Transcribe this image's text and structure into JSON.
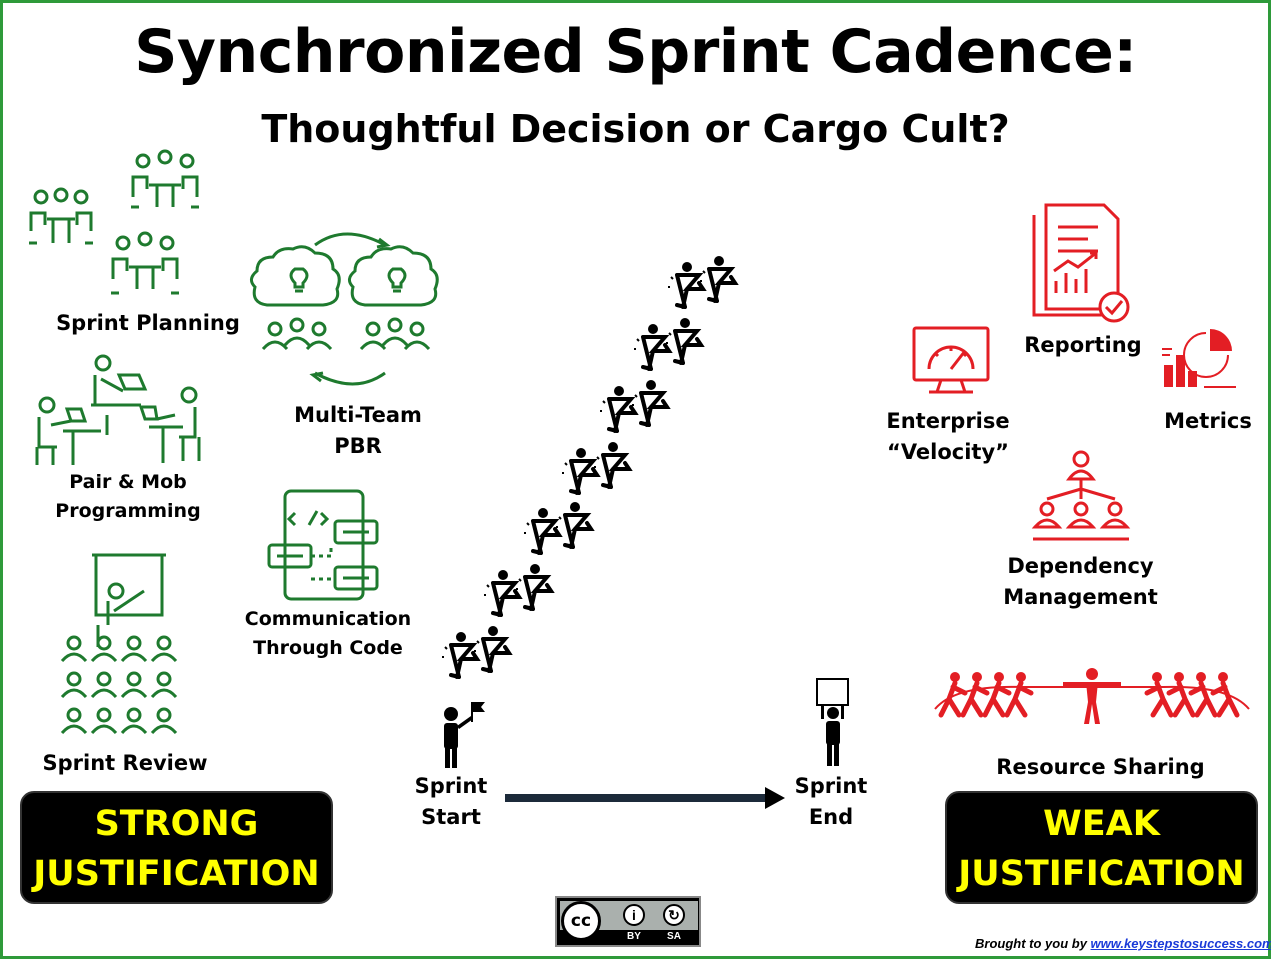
{
  "title": "Synchronized Sprint Cadence:",
  "subtitle": "Thoughtful Decision or Cargo Cult?",
  "strong": {
    "items": {
      "sprint_planning": "Sprint Planning",
      "pair_mob": [
        "Pair & Mob",
        "Programming"
      ],
      "sprint_review": "Sprint Review",
      "multi_team_pbr": [
        "Multi-Team",
        "PBR"
      ],
      "comm_code": [
        "Communication",
        "Through Code"
      ]
    },
    "box": [
      "STRONG",
      "JUSTIFICATION"
    ]
  },
  "timeline": {
    "start": [
      "Sprint",
      "Start"
    ],
    "end": [
      "Sprint",
      "End"
    ]
  },
  "weak": {
    "items": {
      "reporting": "Reporting",
      "enterprise_velocity": [
        "Enterprise",
        "“Velocity”"
      ],
      "metrics": "Metrics",
      "dependency": [
        "Dependency",
        "Management"
      ],
      "resource_sharing": "Resource Sharing"
    },
    "box": [
      "WEAK",
      "JUSTIFICATION"
    ]
  },
  "license": {
    "cc": "cc",
    "by": "BY",
    "sa": "SA"
  },
  "credit": {
    "prefix": "Brought to you by ",
    "link": "www.keystepstosuccess.com"
  },
  "colors": {
    "green": "#1e7a2e",
    "red": "#e31e24",
    "yellow": "#ffff00",
    "border": "#2e9a3a"
  },
  "icons": [
    "meeting-icon",
    "pair-programming-icon",
    "presentation-icon",
    "idea-exchange-icon",
    "code-chat-icon",
    "runner-flag-icon",
    "person-flag-icon",
    "person-sign-icon",
    "report-icon",
    "speedometer-icon",
    "metrics-icon",
    "hierarchy-icon",
    "tug-of-war-icon",
    "creative-commons-icon"
  ]
}
